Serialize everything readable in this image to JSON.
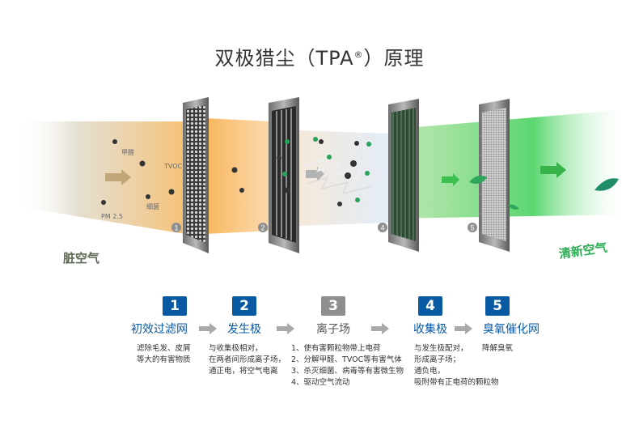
{
  "title": {
    "main": "双极猎尘（TPA",
    "sup": "®",
    "tail": "）原理"
  },
  "labels": {
    "dirty_air": "脏空气",
    "clean_air": "清新空气",
    "formaldehyde": "甲醛",
    "tvoc": "TVOC",
    "bacteria": "细菌",
    "pm25": "PM 2.5"
  },
  "panels": [
    "1",
    "2",
    "4",
    "5"
  ],
  "steps": [
    {
      "num": "1",
      "title": "初效过滤网",
      "desc": [
        "滤除毛发、皮屑",
        "等大的有害物质"
      ]
    },
    {
      "num": "2",
      "title": "发生极",
      "desc": [
        "与收集极相对，",
        "在两者间形成离子场，",
        "通正电，将空气电离"
      ]
    },
    {
      "num": "3",
      "title": "离子场",
      "desc": [
        "1、使有害颗粒物带上电荷",
        "2、分解甲醛、TVOC等有害气体",
        "3、杀灭细菌、病毒等有害微生物",
        "4、驱动空气流动"
      ]
    },
    {
      "num": "4",
      "title": "收集极",
      "desc": [
        "与发生极配对，",
        "形成离子场；",
        "通负电，",
        "吸附带有正电荷的颗粒物"
      ]
    },
    {
      "num": "5",
      "title": "臭氧催化网",
      "desc": [
        "降解臭氧"
      ]
    }
  ],
  "colors": {
    "step_blue": "#0a5aa3",
    "step_gray": "#8e8e8e",
    "clean_green": "#2eae55",
    "warm_orange": "#f5a623"
  }
}
